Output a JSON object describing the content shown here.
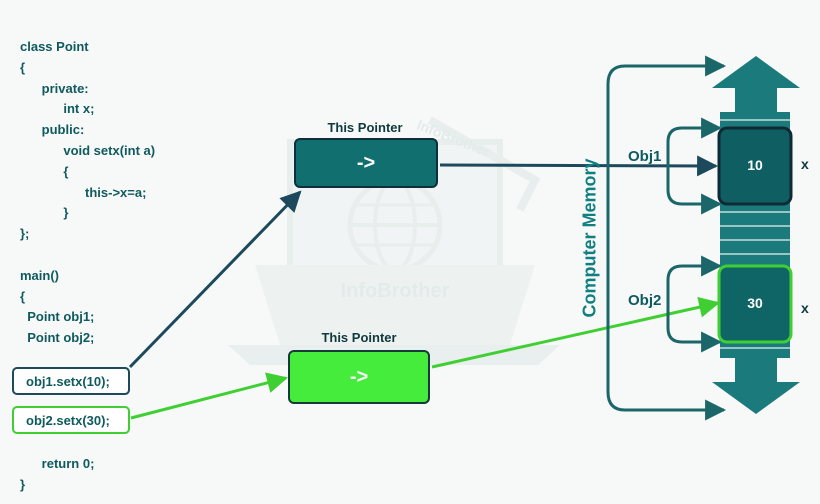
{
  "code_lines": [
    "class Point",
    "{",
    "      private:",
    "            int x;",
    "      public:",
    "            void setx(int a)",
    "            {",
    "                  this->x=a;",
    "            }",
    "};",
    "",
    "main()",
    "{",
    "  Point obj1;",
    "  Point obj2;"
  ],
  "calls": [
    "obj1.setx(10);",
    "obj2.setx(30);"
  ],
  "return_lines": [
    "      return 0;",
    "}"
  ],
  "pointer1": {
    "label": "This Pointer",
    "symbol": "->"
  },
  "pointer2": {
    "label": "This Pointer",
    "symbol": "->"
  },
  "memory_label": "Computer Memory",
  "objects": [
    {
      "name": "Obj1",
      "value": "10",
      "member": "x"
    },
    {
      "name": "Obj2",
      "value": "30",
      "member": "x"
    }
  ],
  "watermark": {
    "text": "InfoBrother",
    "arc_text": "InfoBrother"
  },
  "colors": {
    "dark_teal": "#116f70",
    "navy": "#1c4a5c",
    "green": "#45ec3c",
    "green_line": "#3fcf33",
    "code_text": "#0f5a5e",
    "memory_fill": "#1b7a7c"
  }
}
